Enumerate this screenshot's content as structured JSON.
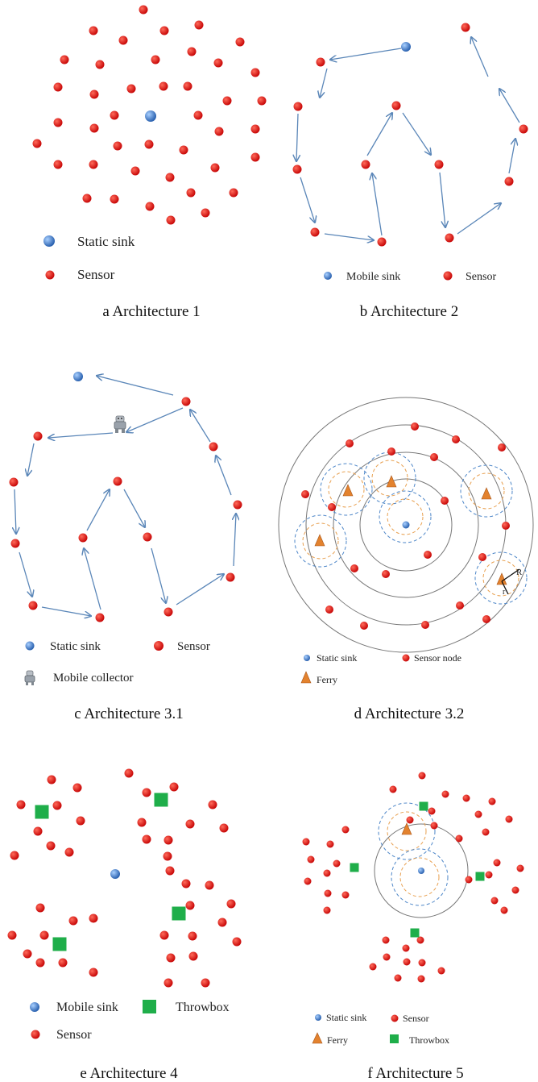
{
  "panels": [
    {
      "id": "a",
      "caption": "a Architecture 1",
      "legend": {
        "static_sink": "Static sink",
        "sensor": "Sensor"
      }
    },
    {
      "id": "b",
      "caption": "b Architecture 2",
      "legend": {
        "mobile_sink": "Mobile sink",
        "sensor": "Sensor"
      }
    },
    {
      "id": "c",
      "caption": "c Architecture 3.1",
      "legend": {
        "static_sink": "Static sink",
        "sensor": "Sensor",
        "mobile_collector": "Mobile collector"
      }
    },
    {
      "id": "d",
      "caption": "d Architecture 3.2",
      "legend": {
        "static_sink": "Static sink",
        "sensor_node": "Sensor node",
        "ferry": "Ferry"
      },
      "radius_label_outer": "R",
      "radius_label_inner": "r"
    },
    {
      "id": "e",
      "caption": "e Architecture 4",
      "legend": {
        "mobile_sink": "Mobile sink",
        "throwbox": "Throwbox",
        "sensor": "Sensor"
      }
    },
    {
      "id": "f",
      "caption": "f Architecture 5",
      "legend": {
        "static_sink": "Static sink",
        "sensor": "Sensor",
        "ferry": "Ferry",
        "throwbox": "Throwbox"
      }
    }
  ],
  "colors": {
    "sensor": "#e01010",
    "sink": "#3a78c2",
    "throwbox": "#1fae4a",
    "ferry": "#e3822e",
    "arrow": "#5a86b8",
    "ring": "#777777",
    "range_blue": "#4d86c8",
    "range_orange": "#e8a050"
  }
}
